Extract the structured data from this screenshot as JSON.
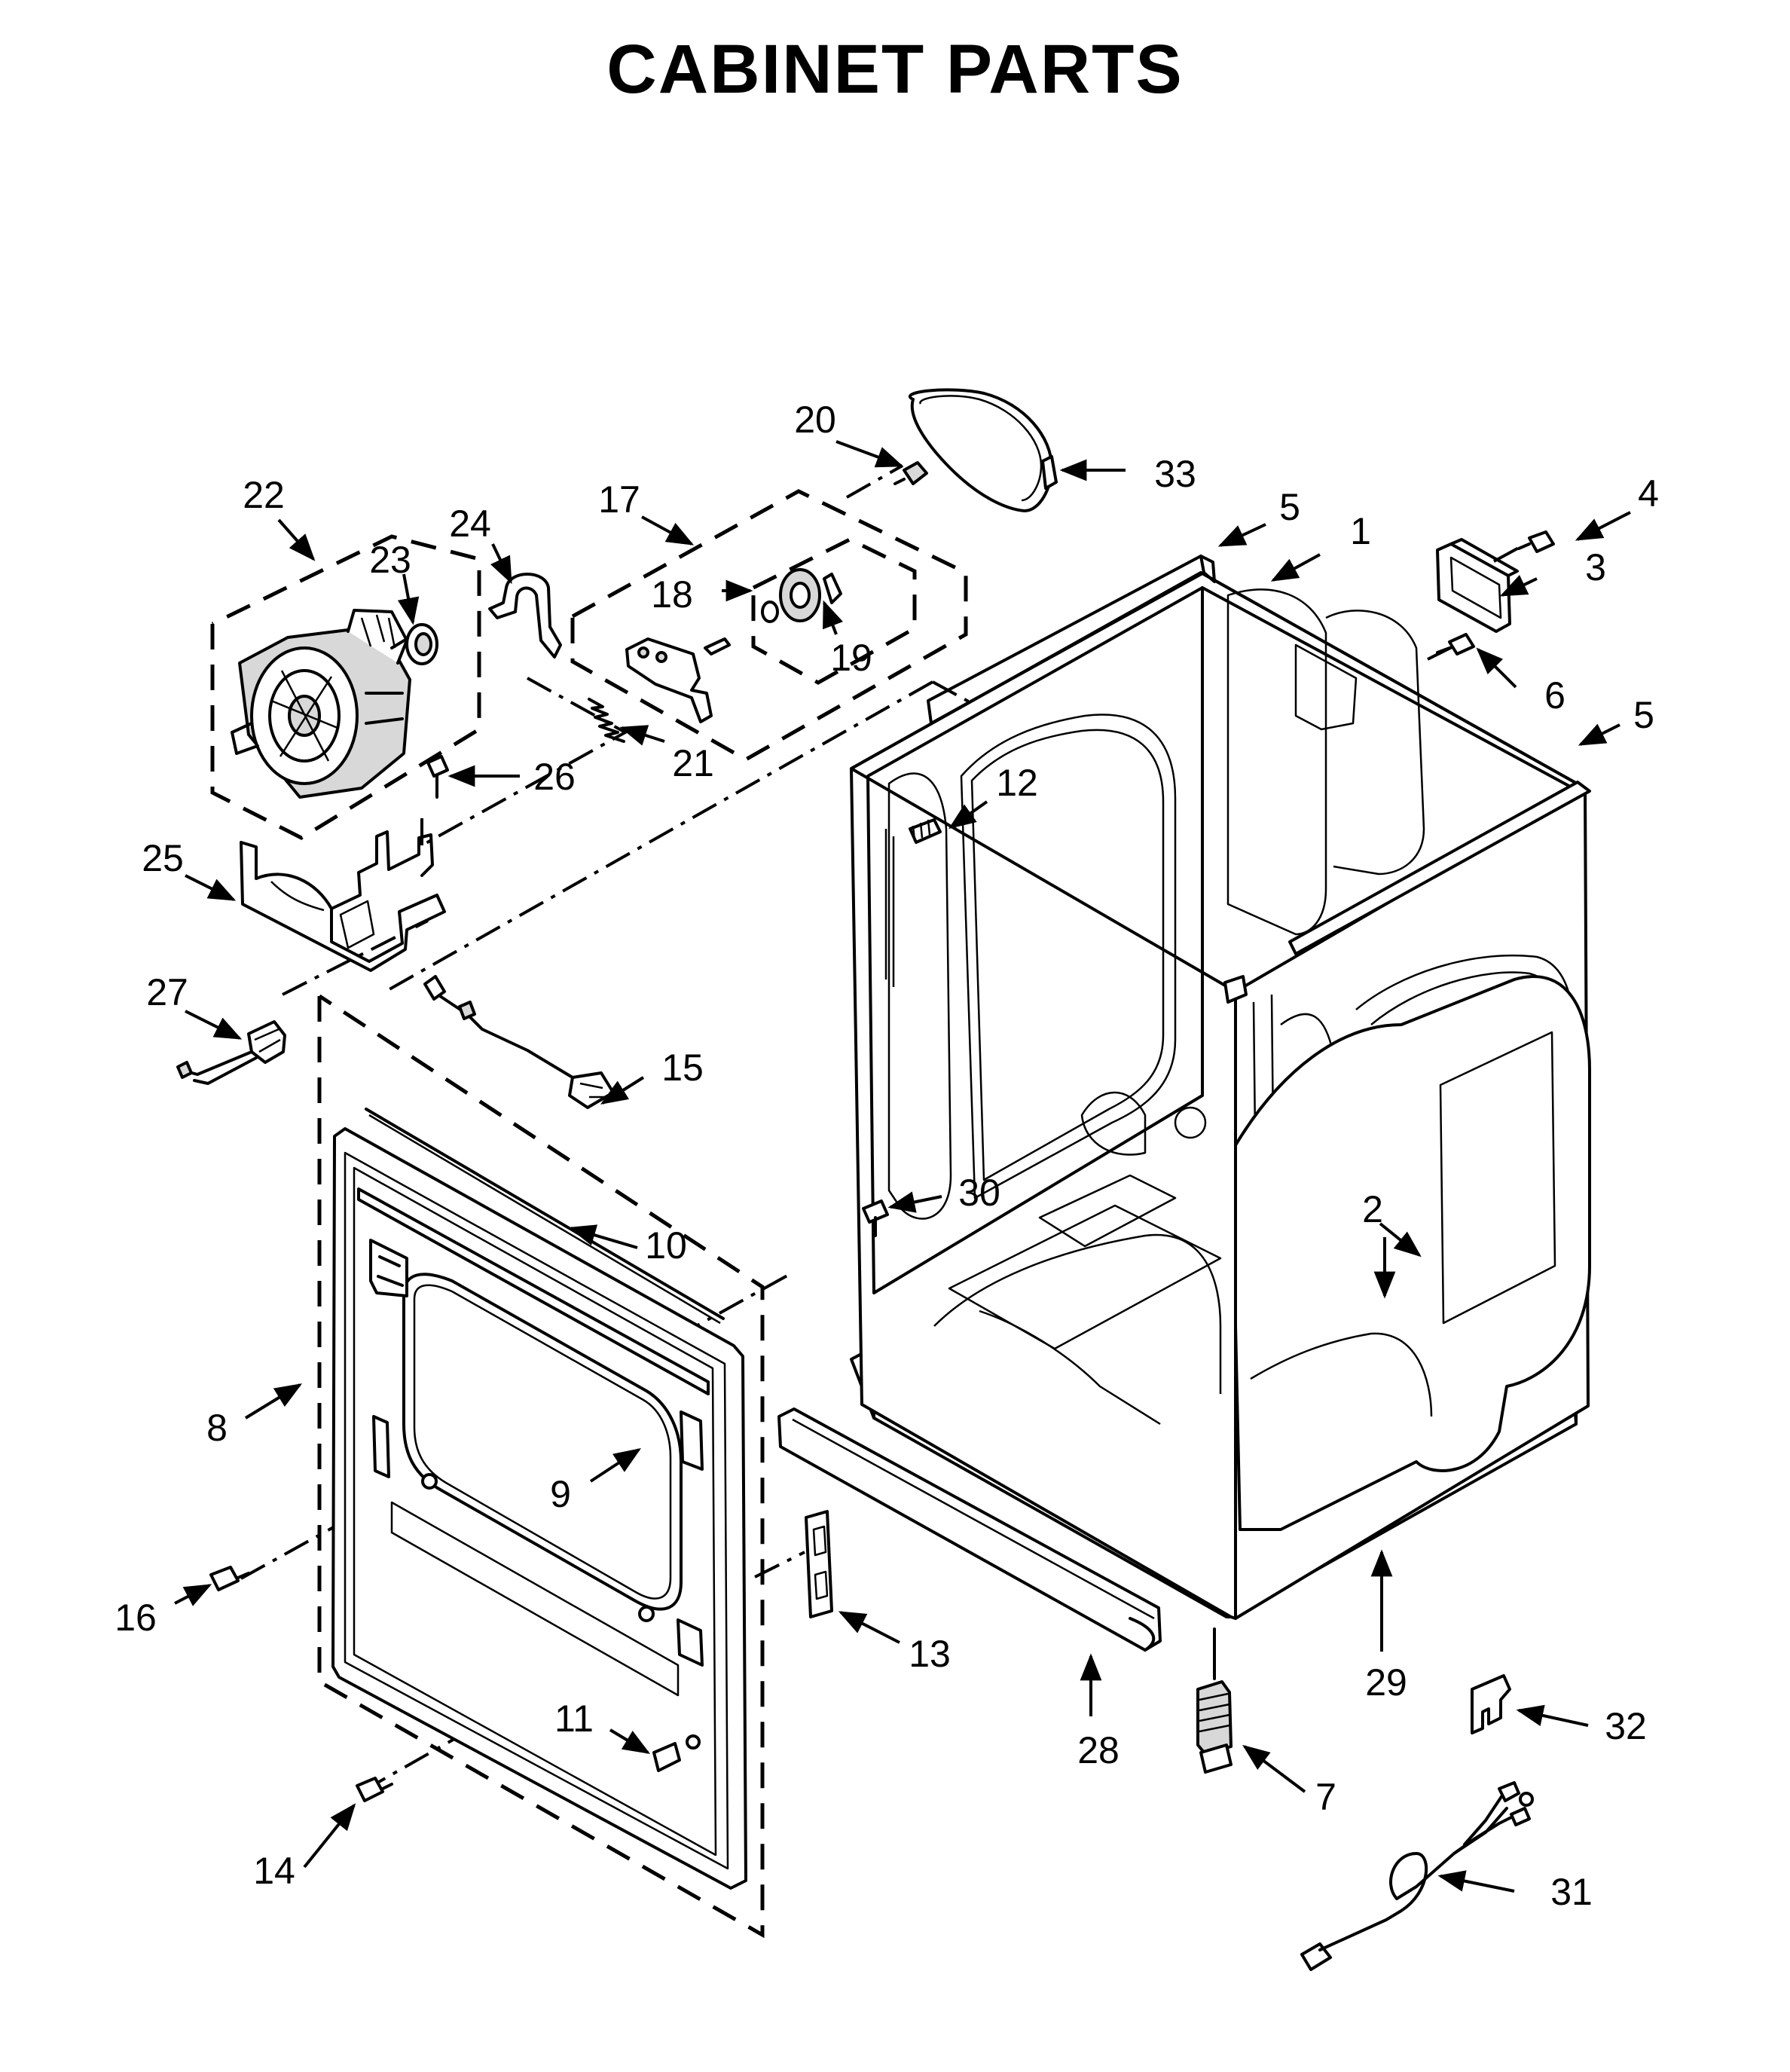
{
  "title": "CABINET PARTS",
  "callouts": [
    "1",
    "2",
    "3",
    "4",
    "5",
    "5",
    "6",
    "7",
    "8",
    "9",
    "10",
    "11",
    "12",
    "13",
    "14",
    "15",
    "16",
    "17",
    "18",
    "19",
    "20",
    "21",
    "22",
    "23",
    "24",
    "25",
    "26",
    "27",
    "28",
    "29",
    "30",
    "31",
    "32",
    "33"
  ]
}
